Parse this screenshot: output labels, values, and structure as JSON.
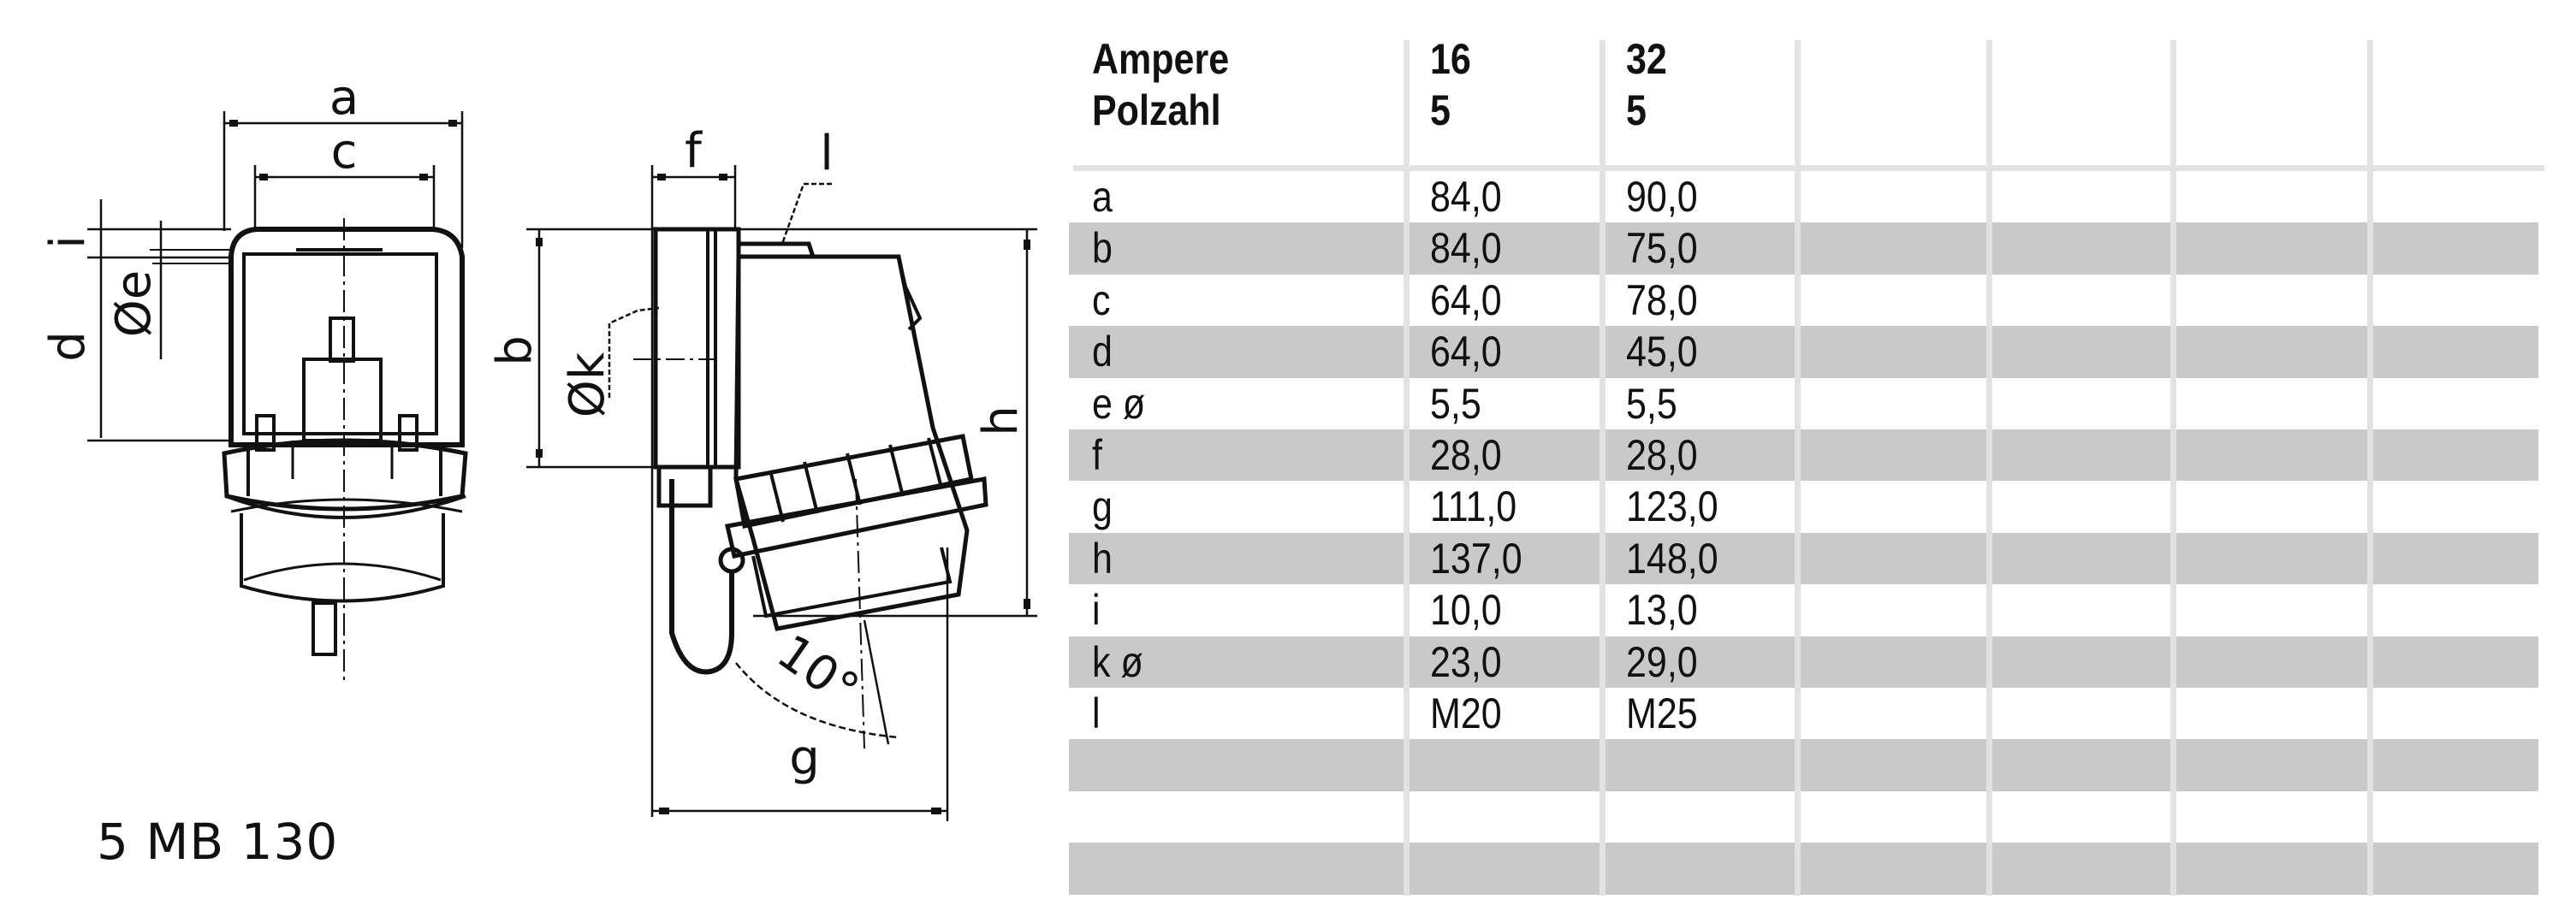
{
  "drawing": {
    "front_view_labels": {
      "a": "a",
      "c": "c",
      "i": "i",
      "d": "d",
      "e": "Øe"
    },
    "side_view_labels": {
      "f": "f",
      "l": "l",
      "b": "b",
      "k": "Øk",
      "h": "h",
      "g": "g",
      "angle": "10°"
    },
    "model": "5 MB 130"
  },
  "table": {
    "header_labels": [
      "Ampere",
      "Polzahl"
    ],
    "columns": [
      {
        "ampere": "16",
        "polzahl": "5"
      },
      {
        "ampere": "32",
        "polzahl": "5"
      },
      {
        "ampere": "",
        "polzahl": ""
      },
      {
        "ampere": "",
        "polzahl": ""
      },
      {
        "ampere": "",
        "polzahl": ""
      },
      {
        "ampere": "",
        "polzahl": ""
      }
    ],
    "rows": [
      {
        "label": "a",
        "values": [
          "84,0",
          "90,0"
        ]
      },
      {
        "label": "b",
        "values": [
          "84,0",
          "75,0"
        ]
      },
      {
        "label": "c",
        "values": [
          "64,0",
          "78,0"
        ]
      },
      {
        "label": "d",
        "values": [
          "64,0",
          "45,0"
        ]
      },
      {
        "label": "e ø",
        "values": [
          "5,5",
          "5,5"
        ]
      },
      {
        "label": "f",
        "values": [
          "28,0",
          "28,0"
        ]
      },
      {
        "label": "g",
        "values": [
          "111,0",
          "123,0"
        ]
      },
      {
        "label": "h",
        "values": [
          "137,0",
          "148,0"
        ]
      },
      {
        "label": "i",
        "values": [
          "10,0",
          "13,0"
        ]
      },
      {
        "label": "k ø",
        "values": [
          "23,0",
          "29,0"
        ]
      },
      {
        "label": "l",
        "values": [
          "M20",
          "M25"
        ]
      },
      {
        "label": "",
        "values": [
          "",
          ""
        ]
      },
      {
        "label": "",
        "values": [
          "",
          ""
        ]
      },
      {
        "label": "",
        "values": [
          "",
          ""
        ]
      }
    ],
    "colors": {
      "shade": "#c9c9c9",
      "grid": "#e2e2e2",
      "text": "#111111"
    }
  }
}
